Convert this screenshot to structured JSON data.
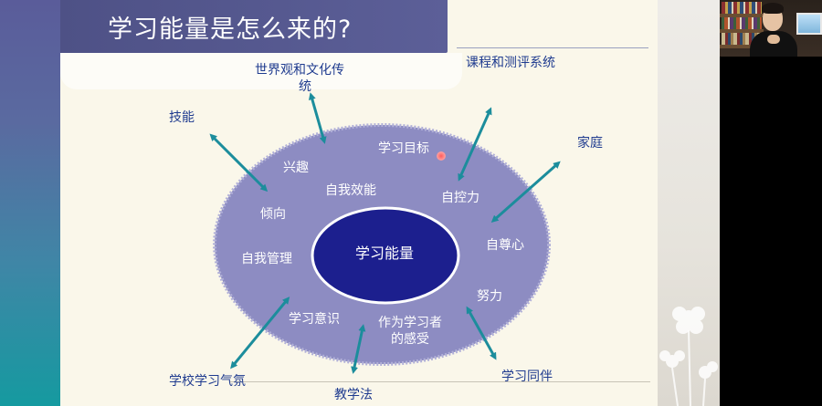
{
  "slide": {
    "title": "学习能量是怎么来的?"
  },
  "diagram": {
    "core": "学习能量",
    "inner_factors": [
      "学习目标",
      "兴趣",
      "自我效能",
      "自控力",
      "倾向",
      "自尊心",
      "自我管理",
      "努力",
      "学习意识",
      "作为学习者",
      "的感受"
    ],
    "external_factors": [
      "世界观和文化传",
      "统",
      "课程和测评系统",
      "技能",
      "家庭",
      "学校学习气氛",
      "教学法",
      "学习同伴"
    ]
  },
  "colors": {
    "ellipse_fill": "#8d8cc2",
    "core_fill": "#1c1f8e",
    "arrow": "#1c8d9c",
    "external_text": "#1f3b8f"
  },
  "icons": [
    "laser-pointer-dot",
    "webcam-feed"
  ]
}
